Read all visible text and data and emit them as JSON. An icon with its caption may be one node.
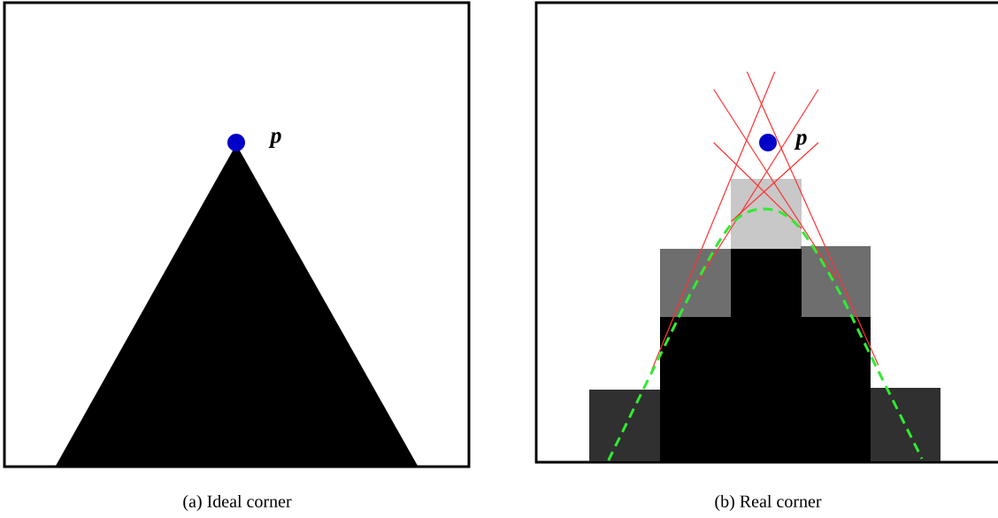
{
  "diagram": {
    "labels": [
      "p",
      "p",
      "(a) Ideal corner",
      "(b) Real corner"
    ]
  }
}
